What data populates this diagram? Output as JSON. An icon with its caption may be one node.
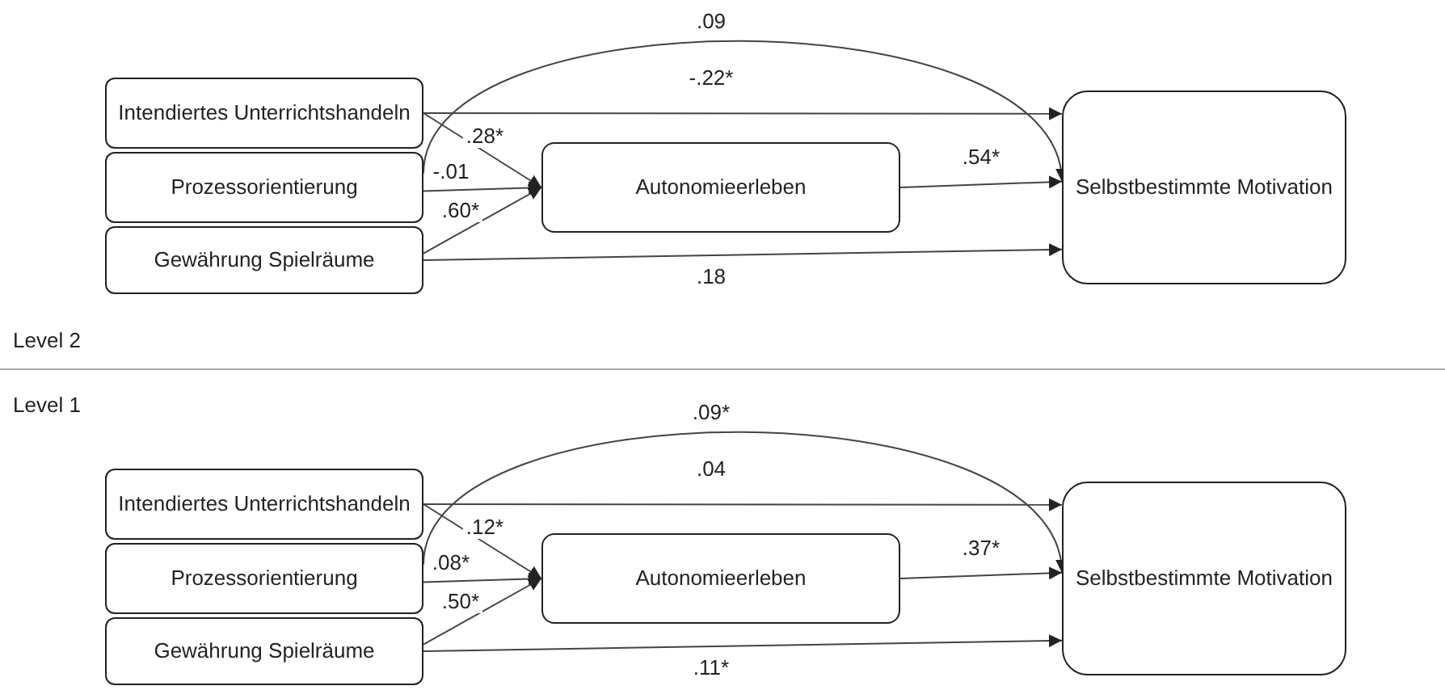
{
  "diagram": {
    "nodes": [
      {
        "text": [
          "Intendiertes Unterrichtshandeln"
        ]
      },
      {
        "text": [
          "Prozessorientierung"
        ]
      },
      {
        "text": [
          "Gewährung Spielräume"
        ]
      },
      {
        "text": [
          "Autonomieerleben"
        ]
      },
      {
        "text": [
          "Selbstbestimmte Motivation"
        ]
      },
      {
        "text": [
          "Intendiertes Unterrichtshandeln"
        ]
      },
      {
        "text": [
          "Prozessorientierung"
        ]
      },
      {
        "text": [
          "Gewährung Spielräume"
        ]
      },
      {
        "text": [
          "Autonomieerleben"
        ]
      },
      {
        "text": [
          "Selbstbestimmte Motivation"
        ]
      }
    ],
    "edges": [
      {
        "from": 0,
        "to": 4,
        "arrow": "to",
        "label": "-.22*"
      },
      {
        "from": 0,
        "to": 3,
        "arrow": "to",
        "label": ".28*"
      },
      {
        "from": 1,
        "to": 3,
        "arrow": "to",
        "label": "-.01"
      },
      {
        "from": 2,
        "to": 3,
        "arrow": "to",
        "label": ".60*"
      },
      {
        "from": 3,
        "to": 4,
        "arrow": "to",
        "label": ".54*"
      },
      {
        "from": 2,
        "to": 4,
        "arrow": "to",
        "label": ".18"
      },
      {
        "from": 1,
        "to": 4,
        "arrow": "to",
        "label": ".09"
      },
      {
        "from": 5,
        "to": 9,
        "arrow": "to",
        "label": ".04"
      },
      {
        "from": 5,
        "to": 8,
        "arrow": "to",
        "label": ".12*"
      },
      {
        "from": 6,
        "to": 8,
        "arrow": "to",
        "label": ".08*"
      },
      {
        "from": 7,
        "to": 8,
        "arrow": "to",
        "label": ".50*"
      },
      {
        "from": 8,
        "to": 9,
        "arrow": "to",
        "label": ".37*"
      },
      {
        "from": 7,
        "to": 9,
        "arrow": "to",
        "label": ".11*"
      },
      {
        "from": 6,
        "to": 9,
        "arrow": "to",
        "label": ".09*"
      }
    ],
    "labels": [
      "Level 2",
      "Level 1"
    ]
  }
}
